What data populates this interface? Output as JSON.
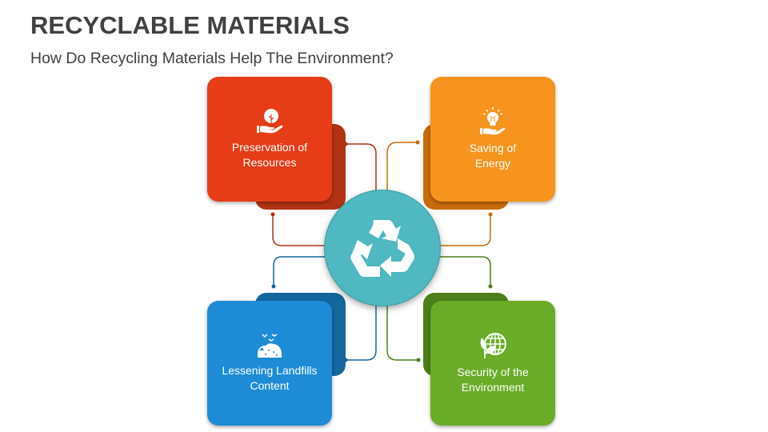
{
  "header": {
    "title": "RECYCLABLE MATERIALS",
    "subtitle": "How Do Recycling Materials Help The Environment?"
  },
  "hub": {
    "icon": "recycle-icon",
    "color": "#4fb8c0"
  },
  "cards": [
    {
      "id": "top-left",
      "label_line1": "Preservation of",
      "label_line2": "Resources",
      "icon": "hand-tree-icon",
      "color": "#e63c17",
      "shade": "#b33214"
    },
    {
      "id": "top-right",
      "label_line1": "Saving of",
      "label_line2": "Energy",
      "icon": "hand-lightbulb-icon",
      "color": "#f7941d",
      "shade": "#c96b0c"
    },
    {
      "id": "bottom-left",
      "label_line1": "Lessening Landfills",
      "label_line2": "Content",
      "icon": "landfill-icon",
      "color": "#1e8bd6",
      "shade": "#14669f"
    },
    {
      "id": "bottom-right",
      "label_line1": "Security of the",
      "label_line2": "Environment",
      "icon": "globe-leaf-icon",
      "color": "#6aac28",
      "shade": "#4d801b"
    }
  ]
}
